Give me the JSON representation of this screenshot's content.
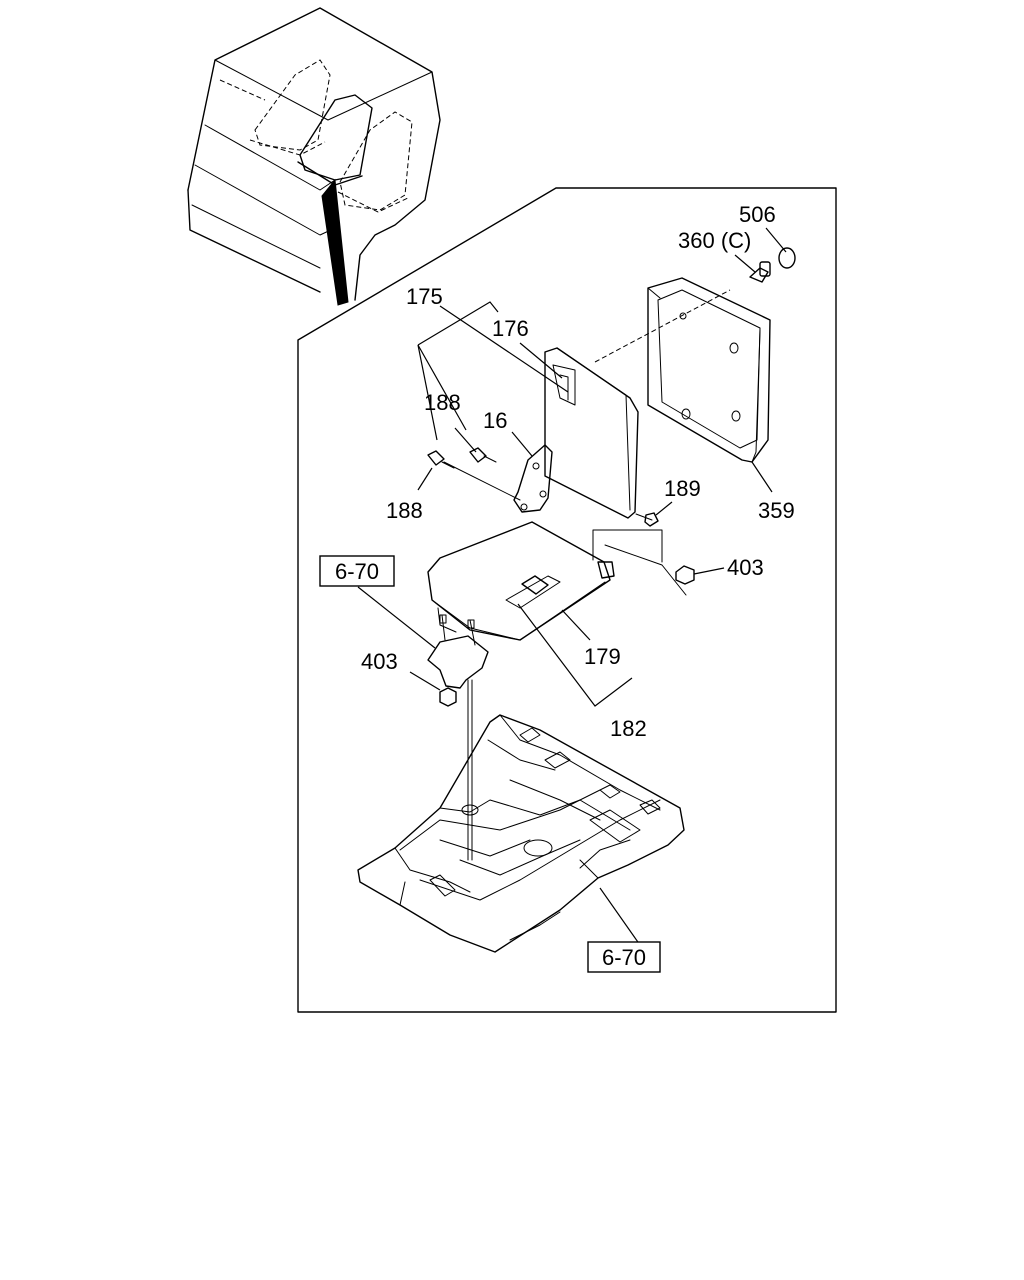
{
  "callouts": {
    "c506": "506",
    "c360": "360 (C)",
    "c175": "175",
    "c176": "176",
    "c188a": "188",
    "c16": "16",
    "c188b": "188",
    "c189": "189",
    "c359": "359",
    "c403a": "403",
    "c179": "179",
    "c403b": "403",
    "c182": "182"
  },
  "refs": {
    "ref_top": "6-70",
    "ref_bottom": "6-70"
  }
}
